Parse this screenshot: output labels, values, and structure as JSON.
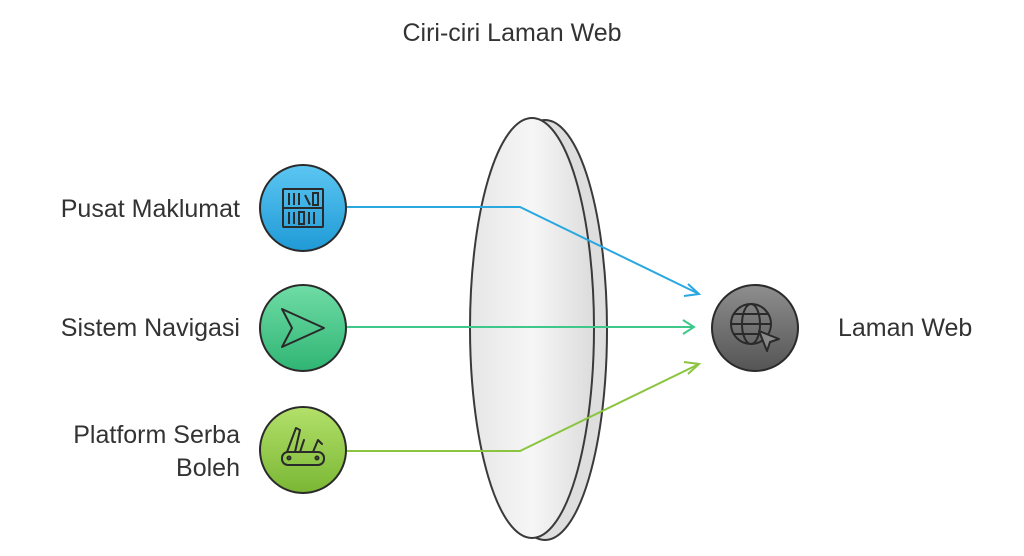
{
  "title": "Ciri-ciri Laman Web",
  "inputs": [
    {
      "label": "Pusat Maklumat",
      "icon": "bookshelf-icon",
      "color": "#29a8e0"
    },
    {
      "label": "Sistem Navigasi",
      "icon": "navigation-arrow-icon",
      "color": "#3ec98a"
    },
    {
      "label_line1": "Platform Serba",
      "label_line2": "Boleh",
      "icon": "multi-tool-knife-icon",
      "color": "#8bc53f"
    }
  ],
  "target": {
    "label": "Laman Web",
    "icon": "globe-cursor-icon",
    "color": "#6b6b6b"
  },
  "lens": {
    "color": "#eeeeee"
  }
}
